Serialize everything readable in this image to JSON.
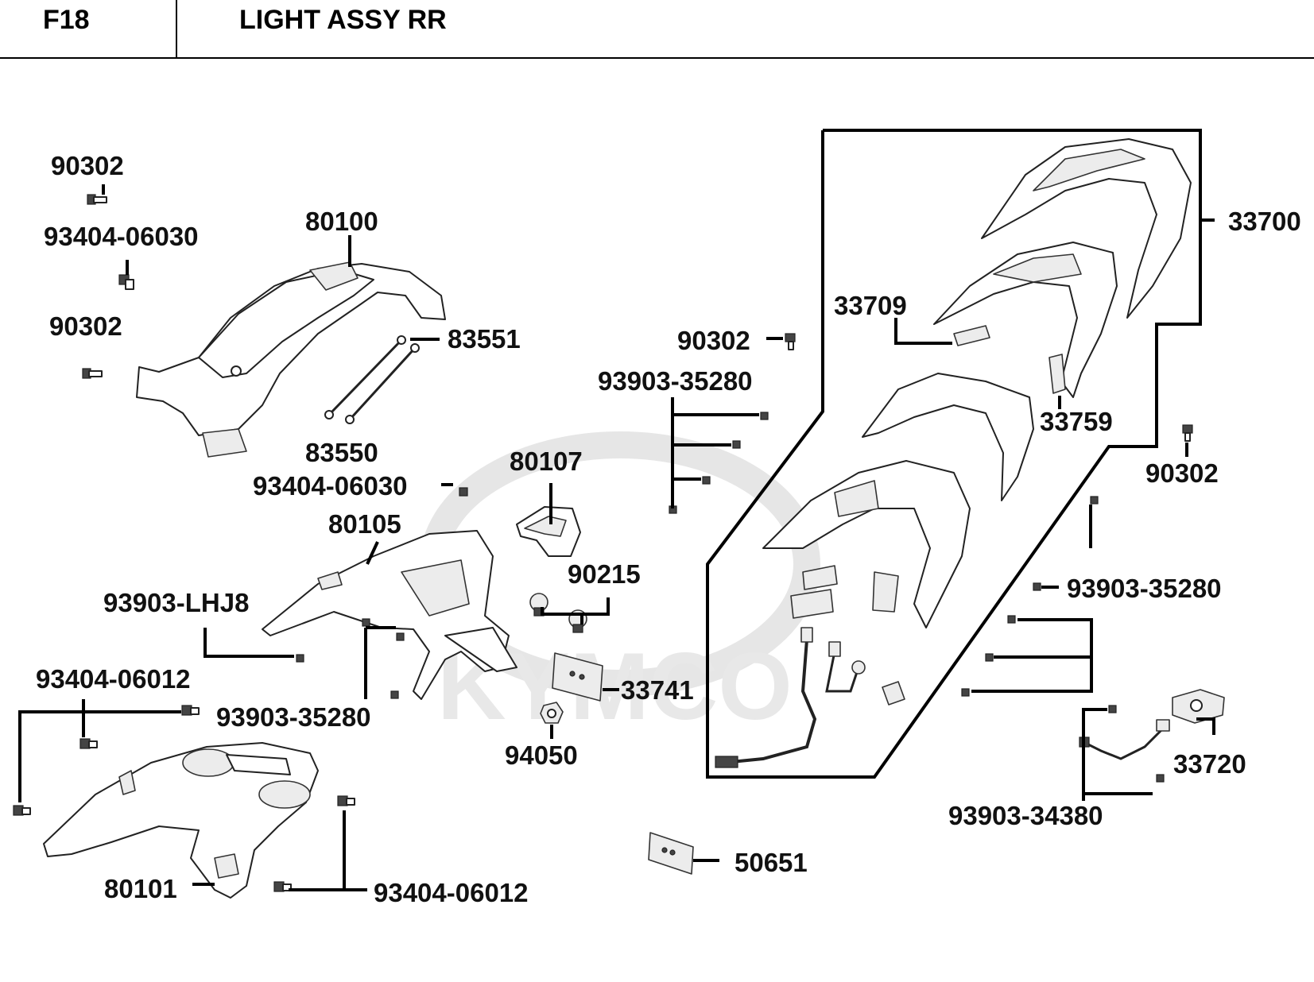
{
  "header": {
    "figure_code": "F18",
    "figure_title": "LIGHT ASSY RR"
  },
  "watermark": {
    "text": "KYMCO"
  },
  "labels": {
    "p90302_a": "90302",
    "p93404_06030_a": "93404-06030",
    "p90302_b": "90302",
    "p80100": "80100",
    "p83551": "83551",
    "p83550": "83550",
    "p93404_06030_b": "93404-06030",
    "p80107": "80107",
    "p80105": "80105",
    "p90215": "90215",
    "p93903_lhj8": "93903-LHJ8",
    "p93404_06012_a": "93404-06012",
    "p93903_35280_a": "93903-35280",
    "p33741": "33741",
    "p94050": "94050",
    "p80101": "80101",
    "p93404_06012_b": "93404-06012",
    "p50651": "50651",
    "p90302_c": "90302",
    "p93903_35280_b": "93903-35280",
    "p33709": "33709",
    "p33700": "33700",
    "p33759": "33759",
    "p90302_d": "90302",
    "p93903_35280_c": "93903-35280",
    "p33720": "33720",
    "p93903_34380": "93903-34380"
  }
}
